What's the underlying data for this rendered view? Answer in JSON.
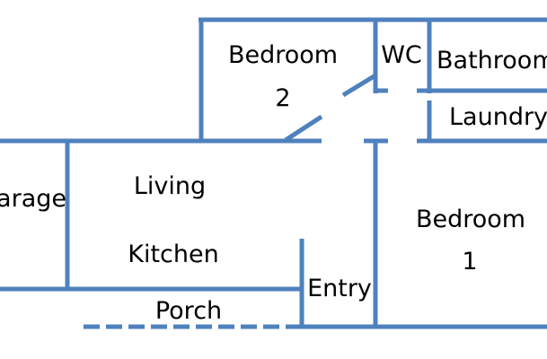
{
  "colors": {
    "wall": "#4f81bd",
    "text": "#000000",
    "background": "#ffffff"
  },
  "rooms": {
    "bedroom2": {
      "label": "Bedroom",
      "number": "2"
    },
    "wc": {
      "label": "WC"
    },
    "bathroom": {
      "label": "Bathroom"
    },
    "laundry": {
      "label": "Laundry"
    },
    "garage": {
      "label": "Garage"
    },
    "living": {
      "label": "Living"
    },
    "kitchen": {
      "label": "Kitchen"
    },
    "bedroom1": {
      "label": "Bedroom",
      "number": "1"
    },
    "entry": {
      "label": "Entry"
    },
    "porch": {
      "label": "Porch"
    }
  }
}
